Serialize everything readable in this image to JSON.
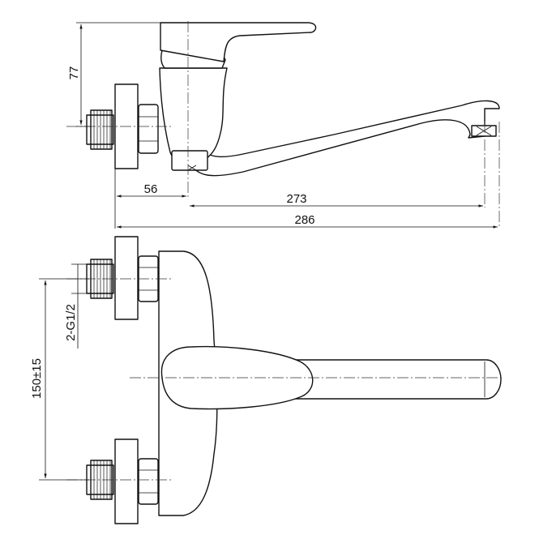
{
  "dimensions": {
    "height_offset": "77",
    "offset_56": "56",
    "reach_273": "273",
    "overall_286": "286",
    "inlet_spacing": "150±15",
    "inlet_thread": "2-G1/2"
  }
}
